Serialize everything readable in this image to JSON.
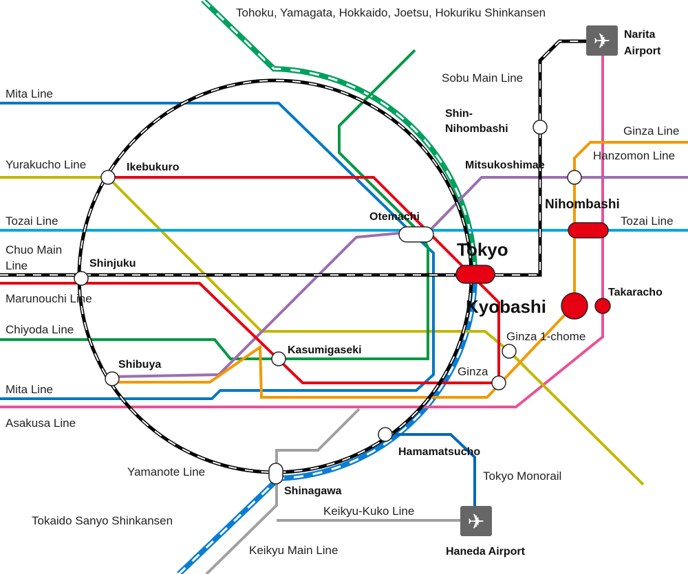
{
  "colors": {
    "mita": "#0079c2",
    "chiyoda": "#009944",
    "marunouchi": "#e60012",
    "yurakucho": "#c1b800",
    "tozai": "#00a7db",
    "hanzomon": "#9b6fb0",
    "ginza": "#f39800",
    "asakusa": "#e85298",
    "keikyu": "#a0a0a0",
    "monorail": "#0068b7",
    "tohoku": "#00a05e",
    "tokaido": "#0a7ed4"
  },
  "lines": {
    "tohoku": "Tohoku, Yamagata, Hokkaido, Joetsu, Hokuriku Shinkansen",
    "mita_top": "Mita Line",
    "yurakucho": "Yurakucho Line",
    "tozai_left": "Tozai Line",
    "tozai_right": "Tozai Line",
    "chuo": [
      "Chuo Main",
      "Line"
    ],
    "marunouchi": "Marunouchi Line",
    "chiyoda": "Chiyoda Line",
    "mita_bottom": "Mita Line",
    "asakusa": "Asakusa Line",
    "yamanote": "Yamanote Line",
    "tokaido": "Tokaido Sanyo Shinkansen",
    "keikyu_kuko": "Keikyu-Kuko Line",
    "keikyu_main": "Keikyu Main Line",
    "monorail": "Tokyo Monorail",
    "sobu": "Sobu Main Line",
    "ginza": "Ginza Line",
    "hanzomon": "Hanzomon Line"
  },
  "stations": {
    "ikebukuro": "Ikebukuro",
    "shinjuku": "Shinjuku",
    "shibuya": "Shibuya",
    "shinagawa": "Shinagawa",
    "hamamatsucho": "Hamamatsucho",
    "tokyo": "Tokyo",
    "otemachi": "Otemachi",
    "kasumigaseki": "Kasumigaseki",
    "ginza": "Ginza",
    "ginza1": "Ginza 1-chome",
    "kyobashi": "Kyobashi",
    "takaracho": "Takaracho",
    "nihombashi": "Nihombashi",
    "mitsukoshimae": "Mitsukoshimae",
    "shin_nihombashi": [
      "Shin-",
      "Nihombashi"
    ]
  },
  "airports": {
    "narita": [
      "Narita",
      "Airport"
    ],
    "haneda": "Haneda Airport"
  },
  "icons": {
    "airport": "airplane-icon"
  }
}
